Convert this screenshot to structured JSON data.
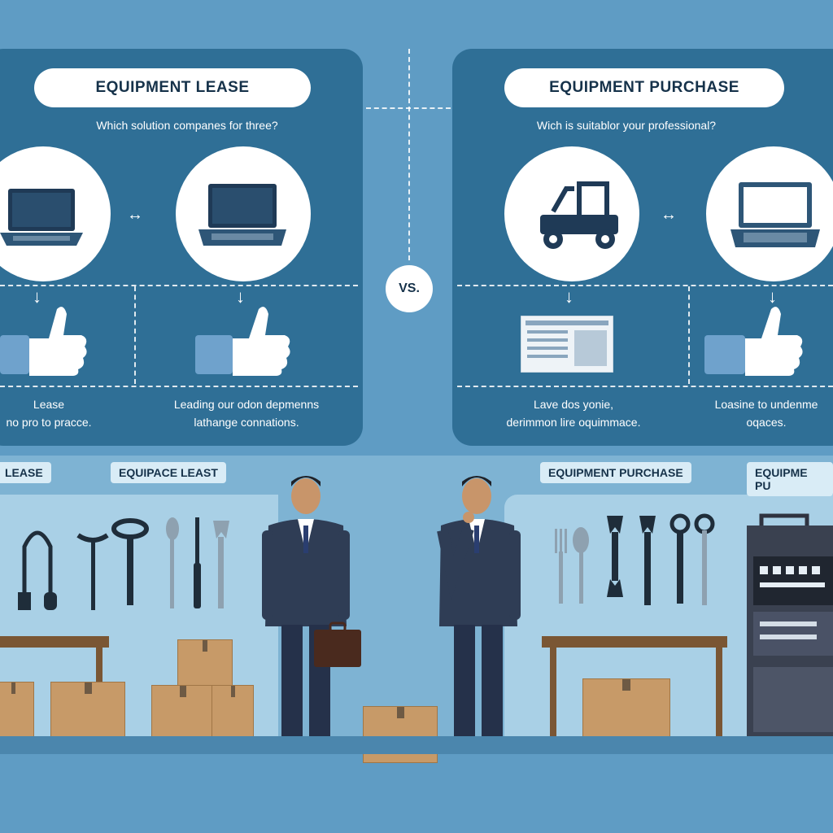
{
  "vs_label": "VS.",
  "lease": {
    "title": "EQUIPMENT LEASE",
    "question": "Which solution companes for three?",
    "caption_left": [
      "Lease",
      "no pro to pracce."
    ],
    "caption_right": [
      "Leading our odon depmenns",
      "lathange connations."
    ],
    "tag_left": "LEASE",
    "tag_right": "EQUIPACE LEAST"
  },
  "purchase": {
    "title": "EQUIPMENT PURCHASE",
    "question": "Wich is suitablor your professional?",
    "caption_left": [
      "Lave dos yonie,",
      "derimmon lire oquimmace."
    ],
    "caption_right": [
      "Loasine to undenme",
      "oqaces."
    ],
    "tag_left": "EQUIPMENT PURCHASE",
    "tag_right": "EQUIPME PU"
  },
  "icons": [
    "laptop-icon",
    "forklift-icon",
    "document-icon",
    "thumbs-up-icon",
    "wrench-icon",
    "briefcase-icon",
    "box-icon"
  ],
  "colors": {
    "background": "#5f9cc4",
    "panel": "#2f6f96",
    "text_dark": "#16324a"
  }
}
